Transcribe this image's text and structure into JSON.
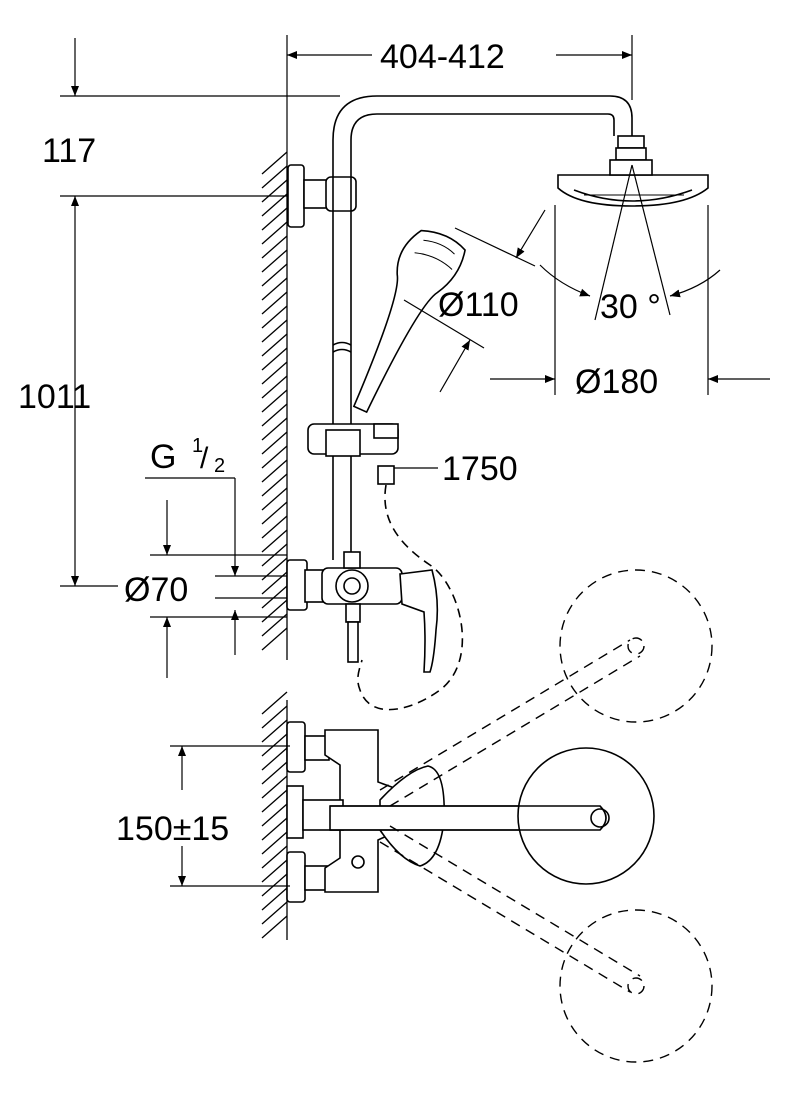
{
  "dimensions": {
    "arm_reach": "404-412",
    "top_offset": "117",
    "rail_height": "1011",
    "thread_main": "G",
    "thread_num": "1",
    "thread_den": "2",
    "flange_diameter": "Ø70",
    "hand_shower_diameter": "Ø110",
    "head_shower_diameter": "Ø180",
    "spray_angle": "30 °",
    "hose_length": "1750",
    "inlet_spacing": "150±15"
  },
  "colors": {
    "line": "#000000",
    "background": "#ffffff"
  }
}
